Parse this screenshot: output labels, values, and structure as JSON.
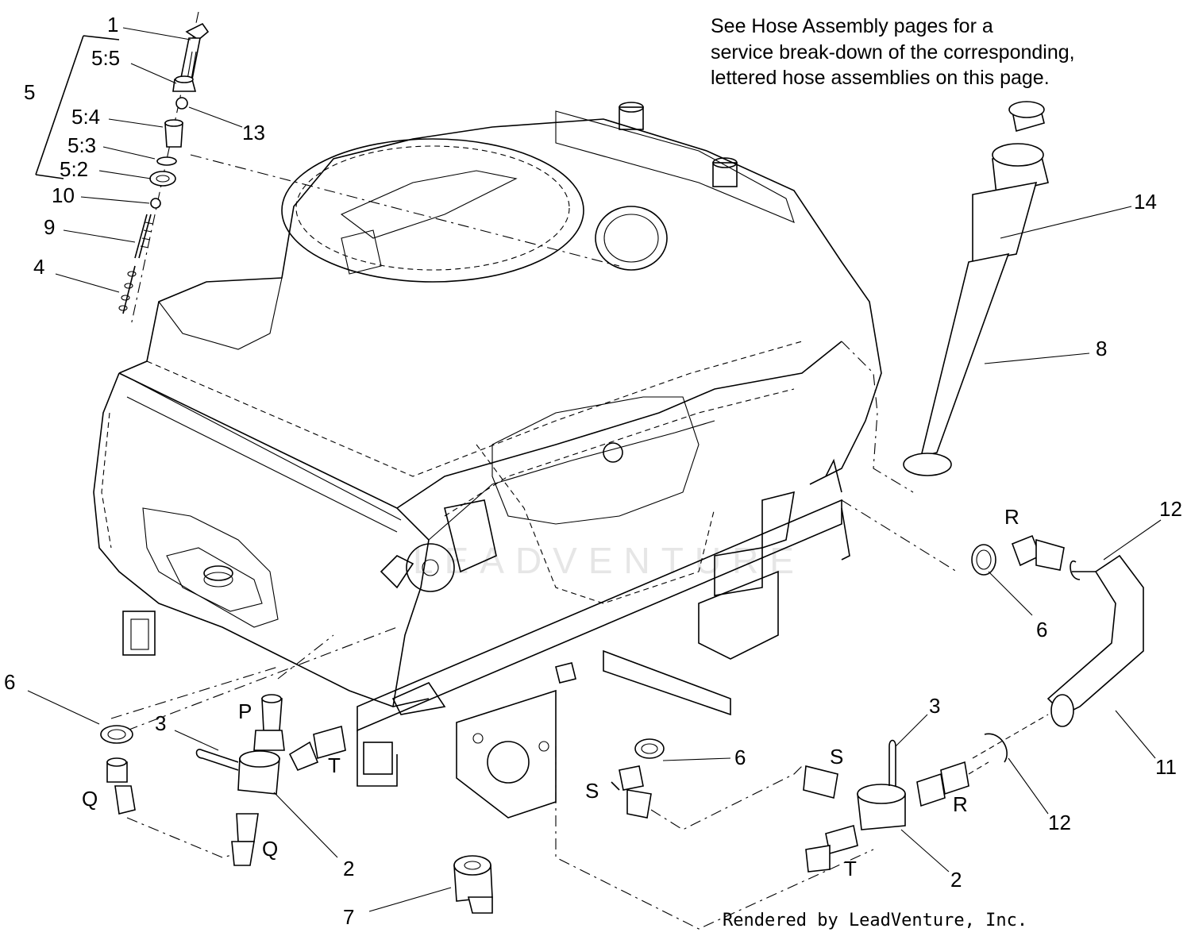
{
  "note": {
    "lines": [
      "See Hose Assembly pages for a",
      "service break-down of the corresponding,",
      "lettered hose assemblies on this page."
    ]
  },
  "credit": "Rendered by LeadVenture, Inc.",
  "watermark": "LEADVENTURE",
  "callouts": {
    "c1": "1",
    "c55": "5:5",
    "c5": "5",
    "c54": "5:4",
    "c13": "13",
    "c53": "5:3",
    "c52": "5:2",
    "c10": "10",
    "c9": "9",
    "c4": "4",
    "c14": "14",
    "c8": "8",
    "c12a": "12",
    "cRa": "R",
    "c6a": "6",
    "c11": "11",
    "c12b": "12",
    "c6b": "6",
    "c3a": "3",
    "cPa": "P",
    "cTa": "T",
    "cQa": "Q",
    "cQb": "Q",
    "c2a": "2",
    "c7": "7",
    "c6c": "6",
    "cSa": "S",
    "c3b": "3",
    "cSb": "S",
    "cRb": "R",
    "cTb": "T",
    "c2b": "2"
  }
}
